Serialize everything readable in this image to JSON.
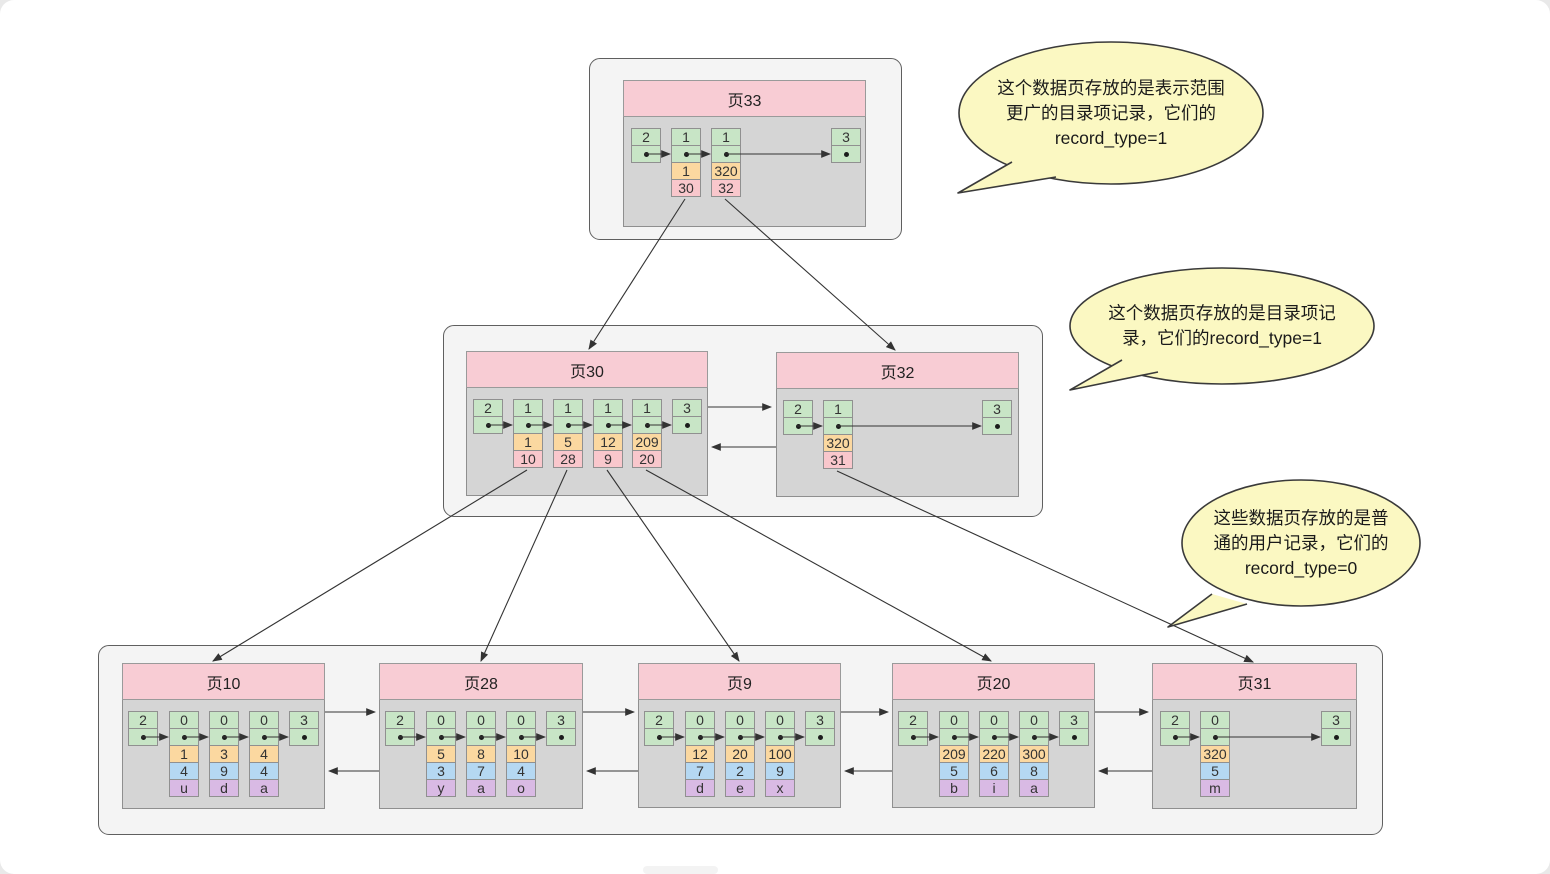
{
  "colors": {
    "green": "#c8e5c6",
    "orange": "#fbd8a0",
    "pink": "#f9c7cc",
    "blue": "#b5d8f2",
    "purple": "#d9bae4",
    "page_header": "#f8ccd4",
    "bubble_fill": "#fbf8c2",
    "line": "#333333"
  },
  "pages": [
    {
      "id": "33",
      "title": "页33",
      "records": [
        {
          "type": "2",
          "fields": []
        },
        {
          "type": "1",
          "fields": [
            {
              "v": "1",
              "c": "orange"
            },
            {
              "v": "30",
              "c": "pink"
            }
          ]
        },
        {
          "type": "1",
          "fields": [
            {
              "v": "320",
              "c": "orange"
            },
            {
              "v": "32",
              "c": "pink"
            }
          ]
        },
        {
          "type": "3",
          "fields": []
        }
      ]
    },
    {
      "id": "30",
      "title": "页30",
      "records": [
        {
          "type": "2",
          "fields": []
        },
        {
          "type": "1",
          "fields": [
            {
              "v": "1",
              "c": "orange"
            },
            {
              "v": "10",
              "c": "pink"
            }
          ]
        },
        {
          "type": "1",
          "fields": [
            {
              "v": "5",
              "c": "orange"
            },
            {
              "v": "28",
              "c": "pink"
            }
          ]
        },
        {
          "type": "1",
          "fields": [
            {
              "v": "12",
              "c": "orange"
            },
            {
              "v": "9",
              "c": "pink"
            }
          ]
        },
        {
          "type": "1",
          "fields": [
            {
              "v": "209",
              "c": "orange"
            },
            {
              "v": "20",
              "c": "pink"
            }
          ]
        },
        {
          "type": "3",
          "fields": []
        }
      ]
    },
    {
      "id": "32",
      "title": "页32",
      "records": [
        {
          "type": "2",
          "fields": []
        },
        {
          "type": "1",
          "fields": [
            {
              "v": "320",
              "c": "orange"
            },
            {
              "v": "31",
              "c": "pink"
            }
          ]
        },
        {
          "type": "3",
          "fields": []
        }
      ]
    },
    {
      "id": "10",
      "title": "页10",
      "records": [
        {
          "type": "2",
          "fields": []
        },
        {
          "type": "0",
          "fields": [
            {
              "v": "1",
              "c": "orange"
            },
            {
              "v": "4",
              "c": "blue"
            },
            {
              "v": "u",
              "c": "purple"
            }
          ]
        },
        {
          "type": "0",
          "fields": [
            {
              "v": "3",
              "c": "orange"
            },
            {
              "v": "9",
              "c": "blue"
            },
            {
              "v": "d",
              "c": "purple"
            }
          ]
        },
        {
          "type": "0",
          "fields": [
            {
              "v": "4",
              "c": "orange"
            },
            {
              "v": "4",
              "c": "blue"
            },
            {
              "v": "a",
              "c": "purple"
            }
          ]
        },
        {
          "type": "3",
          "fields": []
        }
      ]
    },
    {
      "id": "28",
      "title": "页28",
      "records": [
        {
          "type": "2",
          "fields": []
        },
        {
          "type": "0",
          "fields": [
            {
              "v": "5",
              "c": "orange"
            },
            {
              "v": "3",
              "c": "blue"
            },
            {
              "v": "y",
              "c": "purple"
            }
          ]
        },
        {
          "type": "0",
          "fields": [
            {
              "v": "8",
              "c": "orange"
            },
            {
              "v": "7",
              "c": "blue"
            },
            {
              "v": "a",
              "c": "purple"
            }
          ]
        },
        {
          "type": "0",
          "fields": [
            {
              "v": "10",
              "c": "orange"
            },
            {
              "v": "4",
              "c": "blue"
            },
            {
              "v": "o",
              "c": "purple"
            }
          ]
        },
        {
          "type": "3",
          "fields": []
        }
      ]
    },
    {
      "id": "9",
      "title": "页9",
      "records": [
        {
          "type": "2",
          "fields": []
        },
        {
          "type": "0",
          "fields": [
            {
              "v": "12",
              "c": "orange"
            },
            {
              "v": "7",
              "c": "blue"
            },
            {
              "v": "d",
              "c": "purple"
            }
          ]
        },
        {
          "type": "0",
          "fields": [
            {
              "v": "20",
              "c": "orange"
            },
            {
              "v": "2",
              "c": "blue"
            },
            {
              "v": "e",
              "c": "purple"
            }
          ]
        },
        {
          "type": "0",
          "fields": [
            {
              "v": "100",
              "c": "orange"
            },
            {
              "v": "9",
              "c": "blue"
            },
            {
              "v": "x",
              "c": "purple"
            }
          ]
        },
        {
          "type": "3",
          "fields": []
        }
      ]
    },
    {
      "id": "20",
      "title": "页20",
      "records": [
        {
          "type": "2",
          "fields": []
        },
        {
          "type": "0",
          "fields": [
            {
              "v": "209",
              "c": "orange"
            },
            {
              "v": "5",
              "c": "blue"
            },
            {
              "v": "b",
              "c": "purple"
            }
          ]
        },
        {
          "type": "0",
          "fields": [
            {
              "v": "220",
              "c": "orange"
            },
            {
              "v": "6",
              "c": "blue"
            },
            {
              "v": "i",
              "c": "purple"
            }
          ]
        },
        {
          "type": "0",
          "fields": [
            {
              "v": "300",
              "c": "orange"
            },
            {
              "v": "8",
              "c": "blue"
            },
            {
              "v": "a",
              "c": "purple"
            }
          ]
        },
        {
          "type": "3",
          "fields": []
        }
      ]
    },
    {
      "id": "31",
      "title": "页31",
      "records": [
        {
          "type": "2",
          "fields": []
        },
        {
          "type": "0",
          "fields": [
            {
              "v": "320",
              "c": "orange"
            },
            {
              "v": "5",
              "c": "blue"
            },
            {
              "v": "m",
              "c": "purple"
            }
          ]
        },
        {
          "type": "3",
          "fields": []
        }
      ]
    }
  ],
  "bubbles": [
    {
      "lines": [
        "这个数据页存放的是表示范围",
        "更广的目录项记录，它们的",
        "record_type=1"
      ]
    },
    {
      "lines": [
        "这个数据页存放的是目录项记",
        "录，它们的record_type=1"
      ]
    },
    {
      "lines": [
        "这些数据页存放的是普",
        "通的用户记录，它们的",
        "record_type=0"
      ]
    }
  ]
}
